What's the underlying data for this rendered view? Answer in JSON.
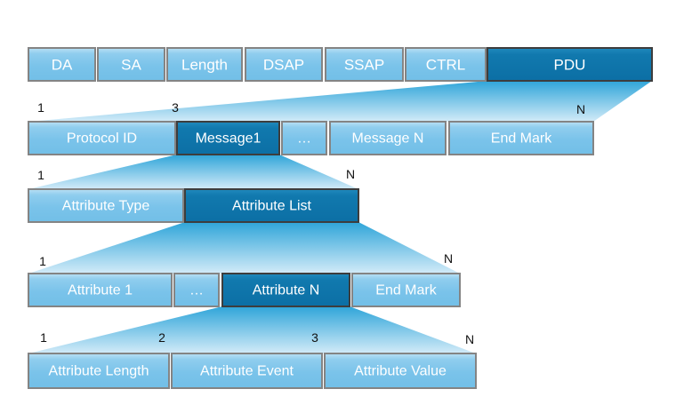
{
  "colors": {
    "cell_light": "#7CC4EA",
    "cell_dark": "#0E73A9",
    "border_light": "#848484",
    "border_dark": "#3D3D3D",
    "funnel_top": "#2FA5D9",
    "funnel_bottom": "#D3EBF8",
    "cell_text": "#FFFFFF",
    "marker_text": "#000000"
  },
  "frame_row": {
    "cells": [
      "DA",
      "SA",
      "Length",
      "DSAP",
      "SSAP",
      "CTRL",
      "PDU"
    ]
  },
  "pdu_row": {
    "markers": [
      "1",
      "3",
      "N"
    ],
    "cells": [
      "Protocol ID",
      "Message1",
      "…",
      "Message N",
      "End Mark"
    ]
  },
  "message_row": {
    "markers": [
      "1",
      "N"
    ],
    "cells": [
      "Attribute Type",
      "Attribute List"
    ]
  },
  "attribute_list_row": {
    "markers": [
      "1",
      "N"
    ],
    "cells": [
      "Attribute 1",
      "…",
      "Attribute N",
      "End Mark"
    ]
  },
  "attribute_row": {
    "markers": [
      "1",
      "2",
      "3",
      "N"
    ],
    "cells": [
      "Attribute Length",
      "Attribute Event",
      "Attribute Value"
    ]
  }
}
